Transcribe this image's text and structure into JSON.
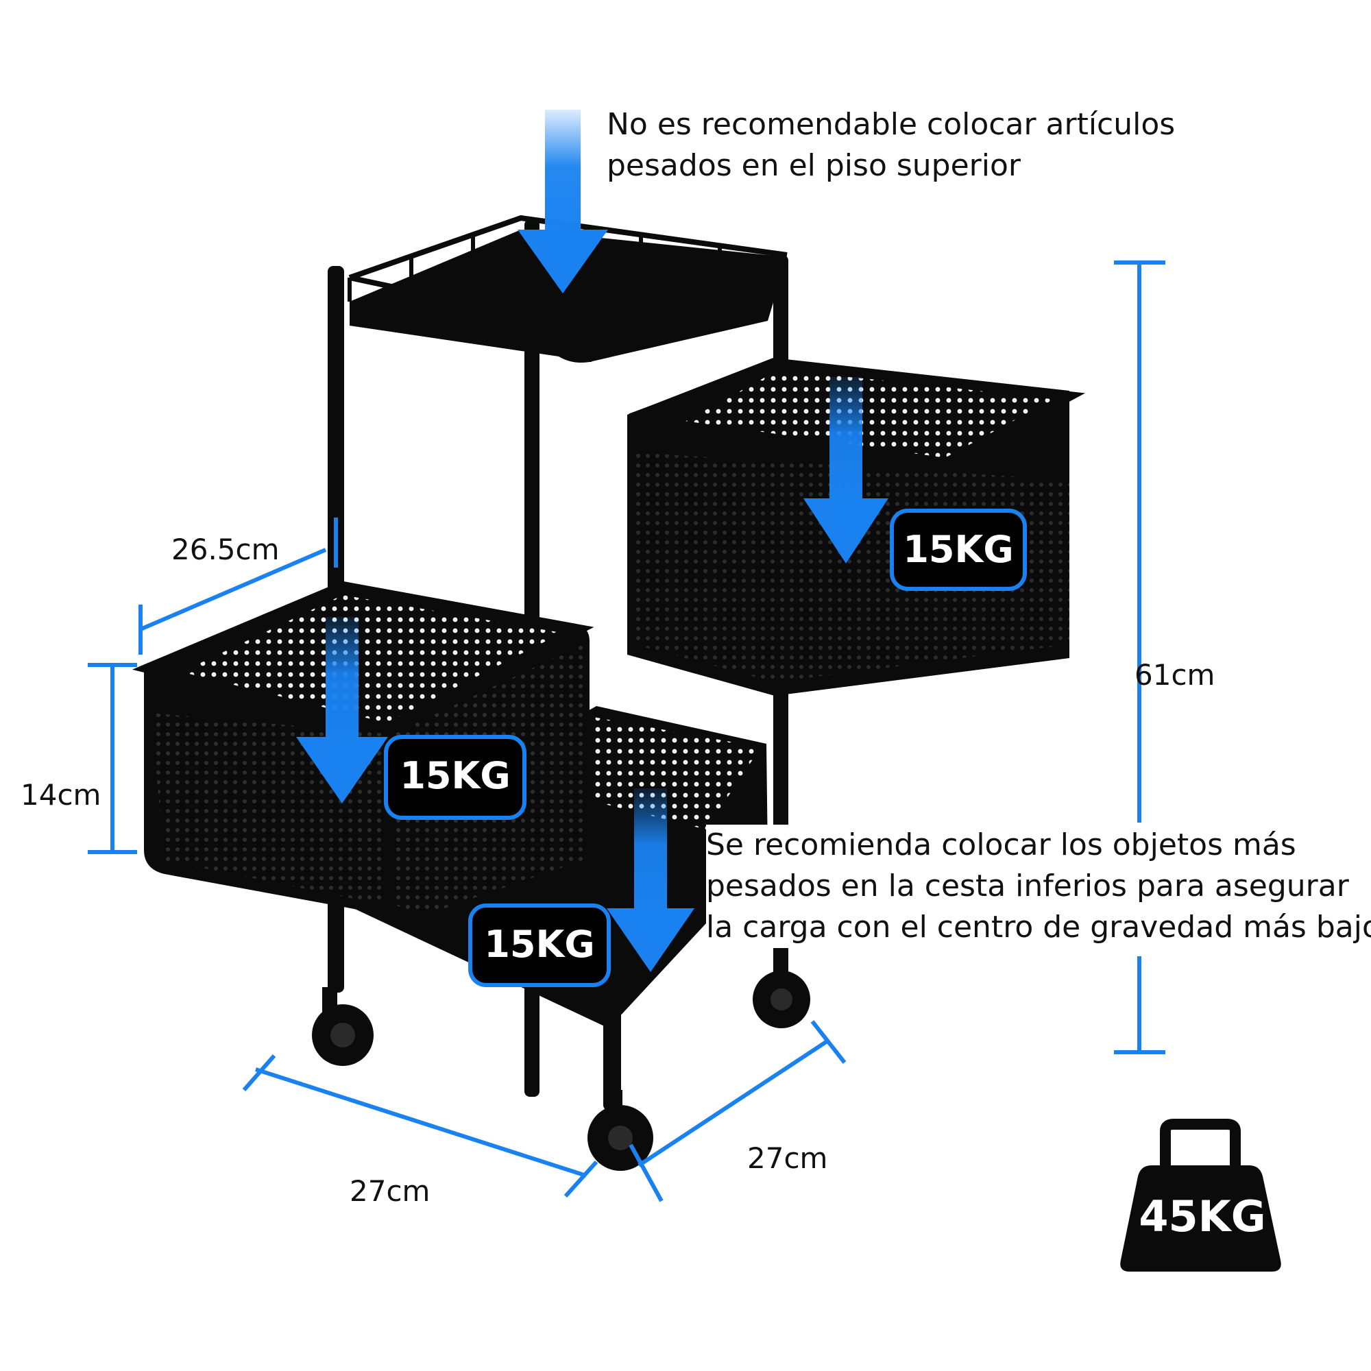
{
  "colors": {
    "accent": "#1a82f0",
    "product": "#0b0b0b",
    "badge_bg": "#000000",
    "text": "#111111"
  },
  "notes": {
    "top_line1": "No es recomendable colocar artículos",
    "top_line2": "pesados en el piso superior",
    "bottom_line1": "Se recomienda colocar los objetos más",
    "bottom_line2": "pesados en la cesta inferios para asegurar",
    "bottom_line3": "la carga con el centro de gravedad más bajo"
  },
  "dimensions": {
    "basket_depth": "26.5cm",
    "basket_height": "14cm",
    "total_height": "61cm",
    "base_width_left": "27cm",
    "base_width_right": "27cm"
  },
  "loads": {
    "upper_basket": "15KG",
    "middle_basket": "15KG",
    "lower_basket": "15KG",
    "total": "45KG"
  },
  "icons": [
    "down-arrow-icon",
    "weight-icon"
  ]
}
